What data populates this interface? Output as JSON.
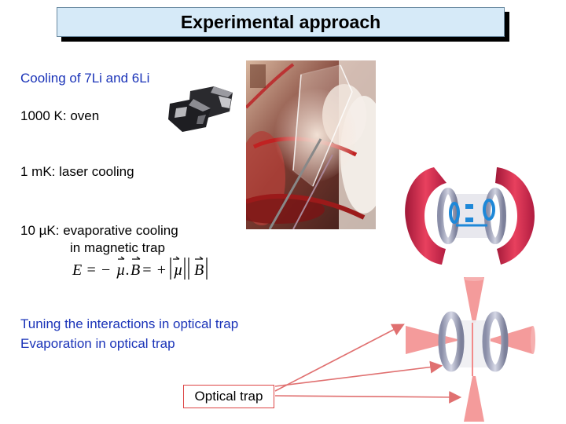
{
  "title": "Experimental approach",
  "lines": {
    "cooling": "Cooling of 7Li and 6Li",
    "oven": "1000 K: oven",
    "laser": "1 mK: laser cooling",
    "evap_line1": "10 µK: evaporative cooling",
    "evap_line2": "in magnetic trap",
    "tuning": "Tuning the interactions in optical trap",
    "evaporation": "Evaporation in optical trap"
  },
  "formula": {
    "lhs": "E = −",
    "mu1": "µ",
    "dot": ".",
    "B1": "B",
    "eq": " = +",
    "mu2": "µ",
    "B2": "B"
  },
  "optical_trap_label": "Optical trap",
  "colors": {
    "title_bg": "#d6eaf8",
    "blue_text": "#1a33b8",
    "coil_red": "#c8204a",
    "beam_pink": "#f08080"
  },
  "icons": [
    "lithium-chunks-image",
    "apparatus-photo",
    "magnetic-coils-diagram",
    "optical-trap-diagram"
  ]
}
